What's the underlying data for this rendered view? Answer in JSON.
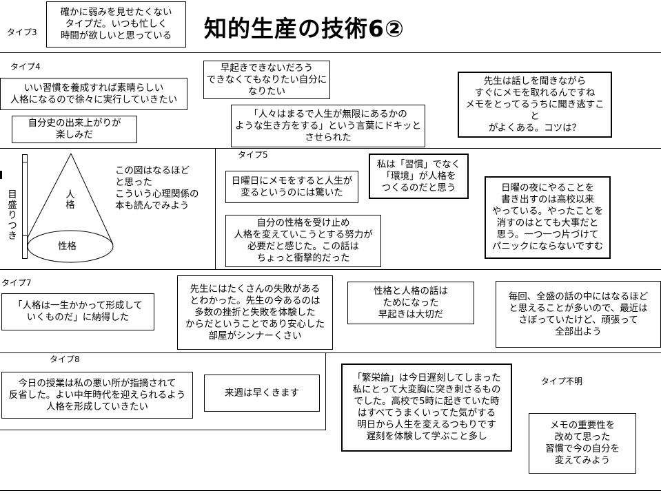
{
  "title": "知的生産の技術6②",
  "types": {
    "t3": "タイプ3",
    "t4": "タイプ4",
    "t5": "タイプ5",
    "t7": "タイプ7",
    "t8": "タイプ8",
    "unknown": "タイプ不明"
  },
  "diagram": {
    "scale_label": "目\n盛\nり\nつ\nき",
    "upper_label": "人\n格",
    "lower_label": "性格",
    "note": "この図はなるほど\nと思った\nこういう心理関係の\n本も読んでみよう"
  },
  "comments": {
    "c1": "確かに弱みを見せたくない\nタイプだ。いつも忙しく\n時間が欲しいと思っている",
    "c2": "いい習慣を養成すれば素晴らしい\n人格になるので徐々に実行していきたい",
    "c3": "自分史の出来上がりが\n楽しみだ",
    "c4": "早起きできないだろう\nできなくてもなりたい自分に\nなりたい",
    "c5": "「人々はまるで人生が無限にあるかの\nような生き方をする」という言葉にドキッと\nさせられた",
    "c6": "先生は話しを聞きながら\nすぐにメモを取れるんですね\nメモをとってるうちに聞き逃すこと\nがよくある。コツは？",
    "c7": "日曜日にメモをすると人生が\n変るというのには驚いた",
    "c8": "私は「習慣」でなく\n「環境」が人格を\nつくるのだと思う",
    "c9": "日曜の夜にやることを\n書き出すのは高校以来\nやっている。やったことを\n消すのはとても大事だと\n思う。一つ一つ片づけて\nパニックにならないですむ",
    "c10": "自分の性格を受け止め\n人格を変えていこうとする努力が\n必要だと感じた。この話は\nちょっと衝撃的だった",
    "c11": "「人格は一生かかって形成して\nいくものだ」に納得した",
    "c12": "先生にはたくさんの失敗がある\nとわかった。先生の今あるのは\n多数の挫折と失敗を体験した\nからだということであり安心した\n部屋がシンナーくさい",
    "c13": "性格と人格の話は\nためになった\n早起きは大切だ",
    "c14": "毎回、全盛の話の中にはなるほど\nと思えることが多いので、最近は\nさぼっていたけど、頑張って\n全部出よう",
    "c15": "今日の授業は私の悪い所が指摘されて\n反省した。よい中年時代を迎えられるよう\n人格を形成していきたい",
    "c16": "来週は早くきます",
    "c17": "「繁栄論」は今日遅刻してしまった\n私にとって大変胸に突き刺さるもの\nでした。高校で5時に起きていた時\nはすべてうまくいってた気がする\n明日から人生を変えるつもりです\n遅刻を体験して学ぶこと多し",
    "c18": "メモの重要性を\n改めて思った\n習慣で今の自分を\n変えてみよう"
  }
}
